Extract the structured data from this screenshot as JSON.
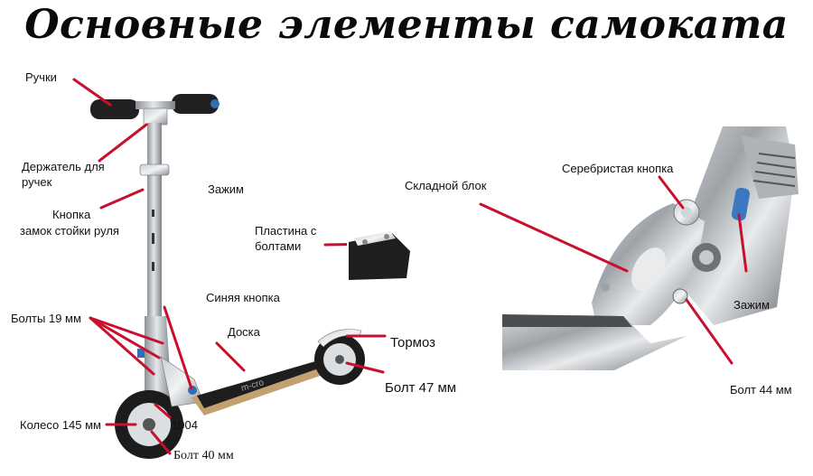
{
  "title": "Основные элементы самоката",
  "left_labels": {
    "handles": "Ручки",
    "handle_holder_line1": "Держатель для",
    "handle_holder_line2": "ручек",
    "clamp": "Зажим",
    "button_line1": "Кнопка",
    "button_line2": "замок стойки руля",
    "plate_line1": "Пластина с",
    "plate_line2": "болтами",
    "blue_button": "Синяя кнопка",
    "bolts19": "Болты 19 мм",
    "deck": "Доска",
    "brake": "Тормоз",
    "bolt47": "Болт 47 мм",
    "wheel": "Колесо 145 мм",
    "code": "1004",
    "bolt40": "Болт 40 мм"
  },
  "right_labels": {
    "folding_block": "Складной блок",
    "silver_button": "Серебристая кнопка",
    "clamp": "Зажим",
    "bolt44": "Болт 44 мм"
  },
  "colors": {
    "pointer_red": "#c8102e",
    "metal": "#b9bdc2",
    "deck_black": "#1e1e1e",
    "grip_black": "#202020"
  }
}
